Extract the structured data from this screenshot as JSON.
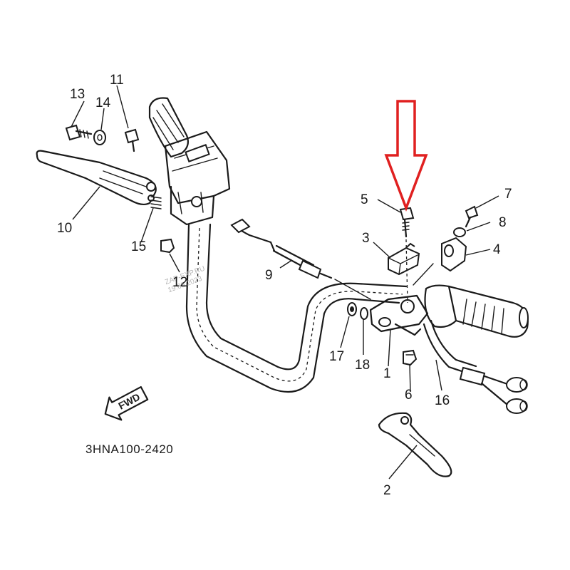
{
  "diagram": {
    "code": "3HNA100-2420",
    "direction_label": "FWD",
    "watermark_lines": [
      "ZAP-EXP.RU",
      "19.05.2023"
    ],
    "labels": {
      "p1": "1",
      "p2": "2",
      "p3": "3",
      "p4": "4",
      "p5": "5",
      "p6": "6",
      "p7": "7",
      "p8": "8",
      "p9": "9",
      "p10": "10",
      "p11": "11",
      "p12": "12",
      "p13": "13",
      "p14": "14",
      "p15": "15",
      "p16": "16",
      "p17": "17",
      "p18": "18"
    },
    "highlight_arrow": {
      "color": "#e02020",
      "points_to": "5"
    }
  }
}
